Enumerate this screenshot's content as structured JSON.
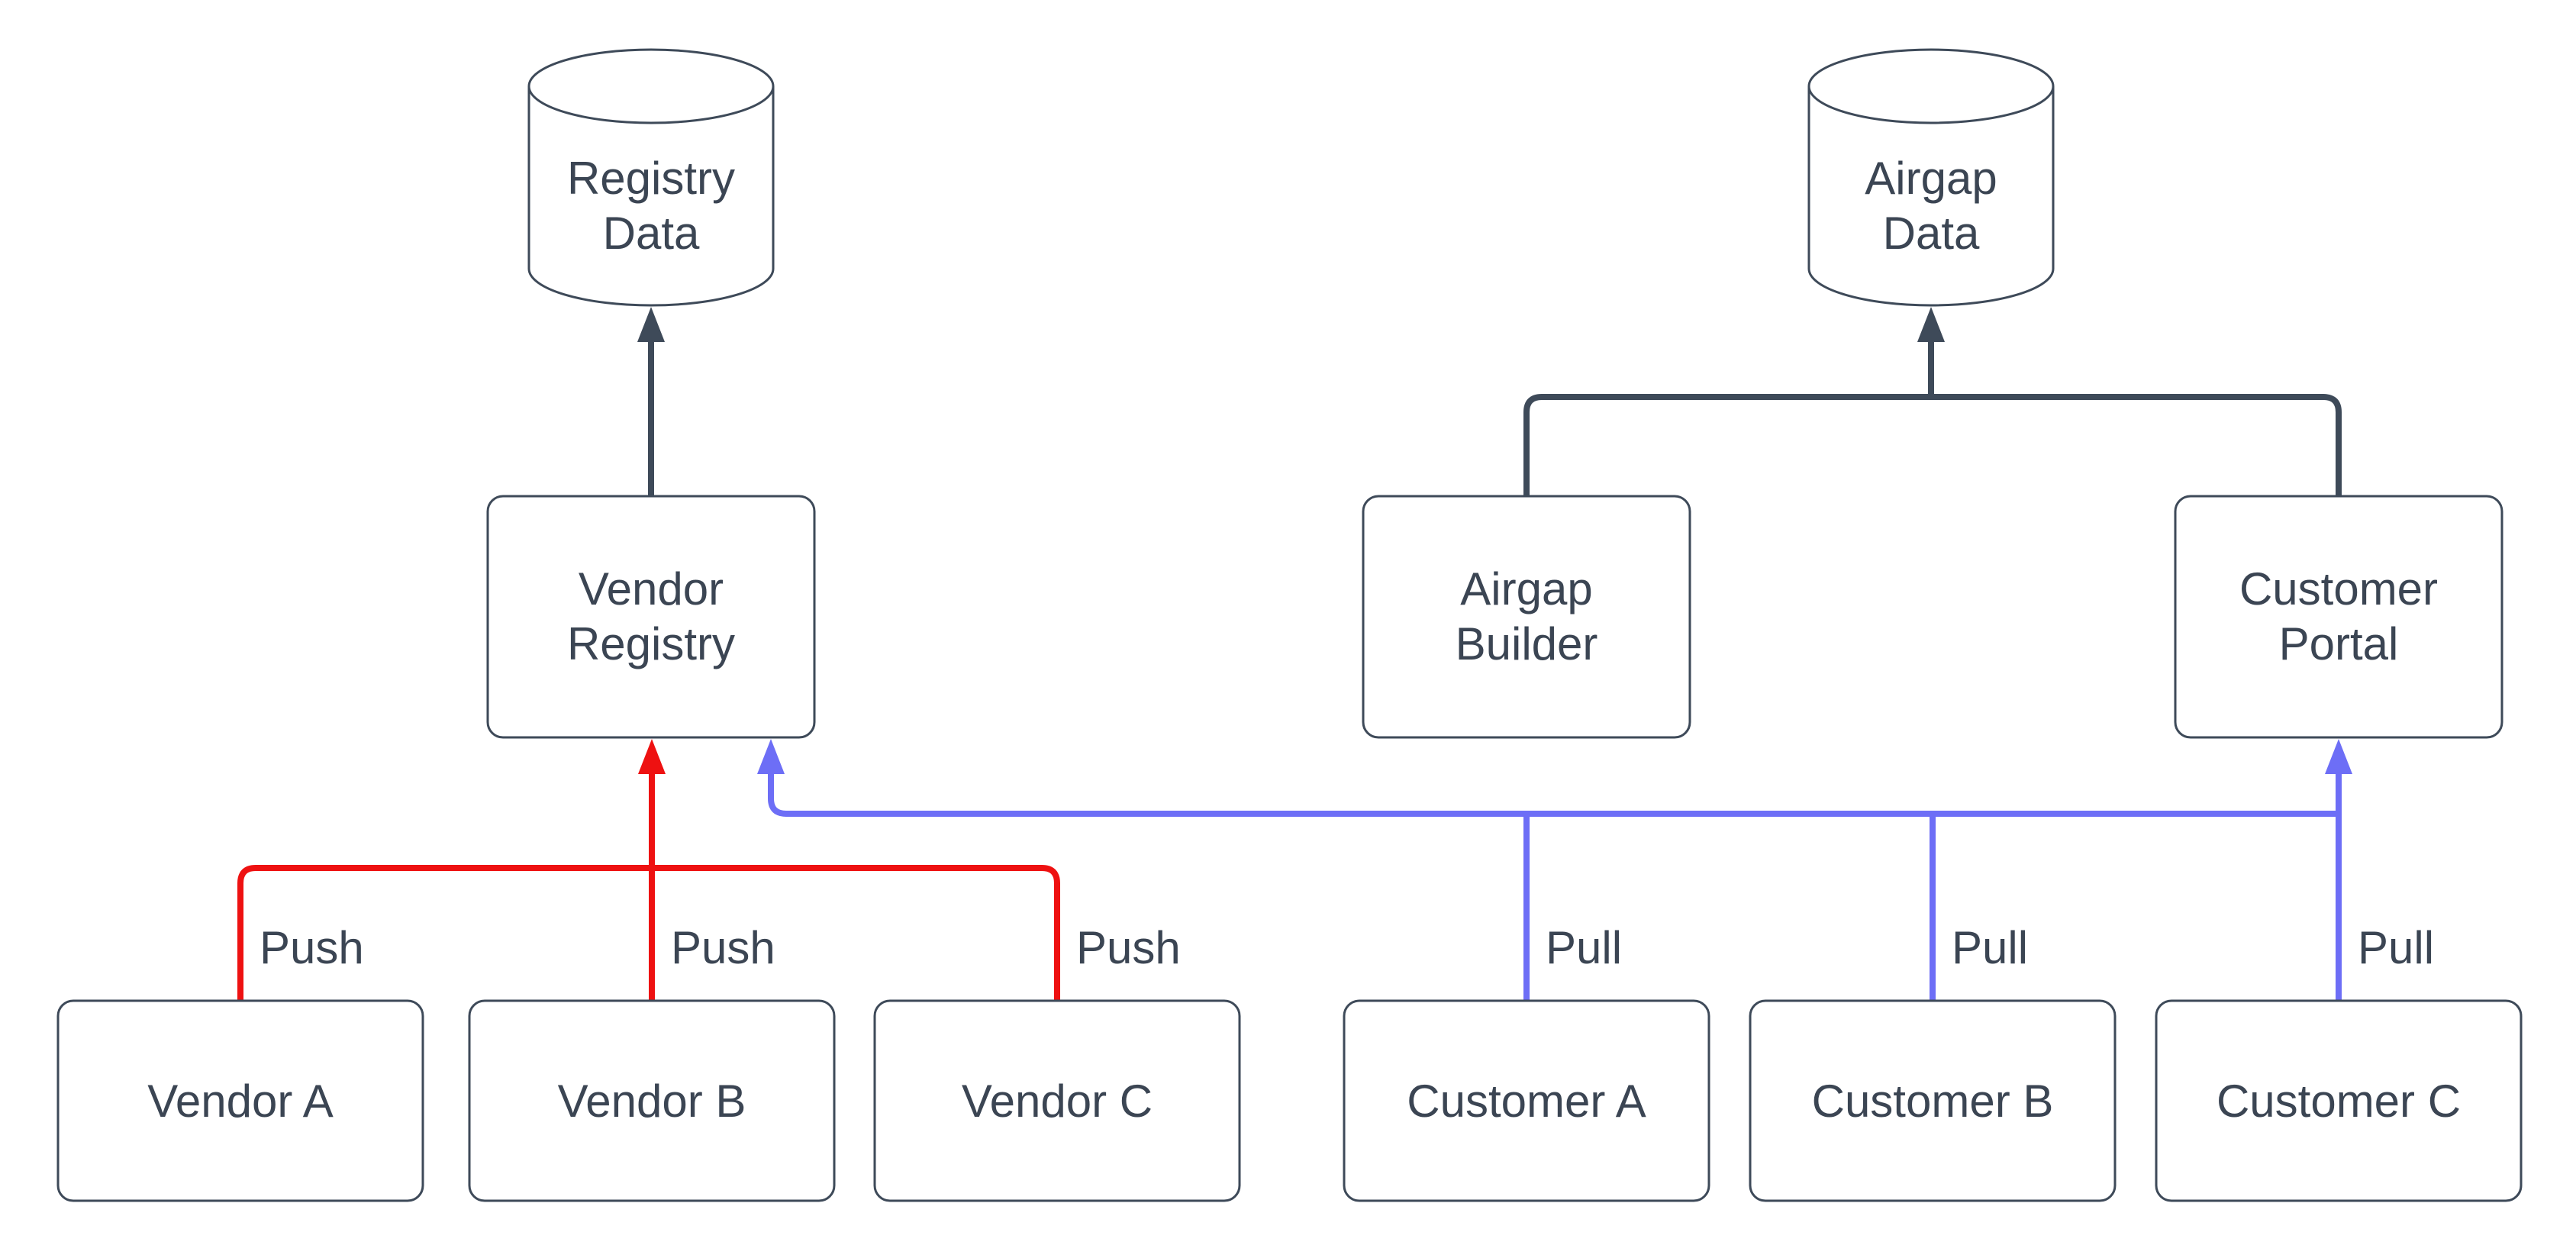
{
  "colors": {
    "background": "#ffffff",
    "node_fill": "#ffffff",
    "stroke_dark": "#3e4a59",
    "label_text": "#3b4553",
    "edge_push": "#ee1111",
    "edge_pull": "#6d6ef6"
  },
  "nodes": {
    "registry_data": {
      "lines": [
        "Registry",
        "Data"
      ]
    },
    "airgap_data": {
      "lines": [
        "Airgap",
        "Data"
      ]
    },
    "vendor_registry": {
      "lines": [
        "Vendor",
        "Registry"
      ]
    },
    "airgap_builder": {
      "lines": [
        "Airgap",
        "Builder"
      ]
    },
    "customer_portal": {
      "lines": [
        "Customer",
        "Portal"
      ]
    },
    "vendor_a": {
      "label": "Vendor A"
    },
    "vendor_b": {
      "label": "Vendor B"
    },
    "vendor_c": {
      "label": "Vendor C"
    },
    "customer_a": {
      "label": "Customer A"
    },
    "customer_b": {
      "label": "Customer B"
    },
    "customer_c": {
      "label": "Customer C"
    }
  },
  "edges": {
    "push": [
      {
        "from": "vendor-a",
        "label": "Push"
      },
      {
        "from": "vendor-b",
        "label": "Push"
      },
      {
        "from": "vendor-c",
        "label": "Push"
      }
    ],
    "pull": [
      {
        "from": "customer-a",
        "label": "Pull"
      },
      {
        "from": "customer-b",
        "label": "Pull"
      },
      {
        "from": "customer-c",
        "label": "Pull"
      }
    ]
  }
}
